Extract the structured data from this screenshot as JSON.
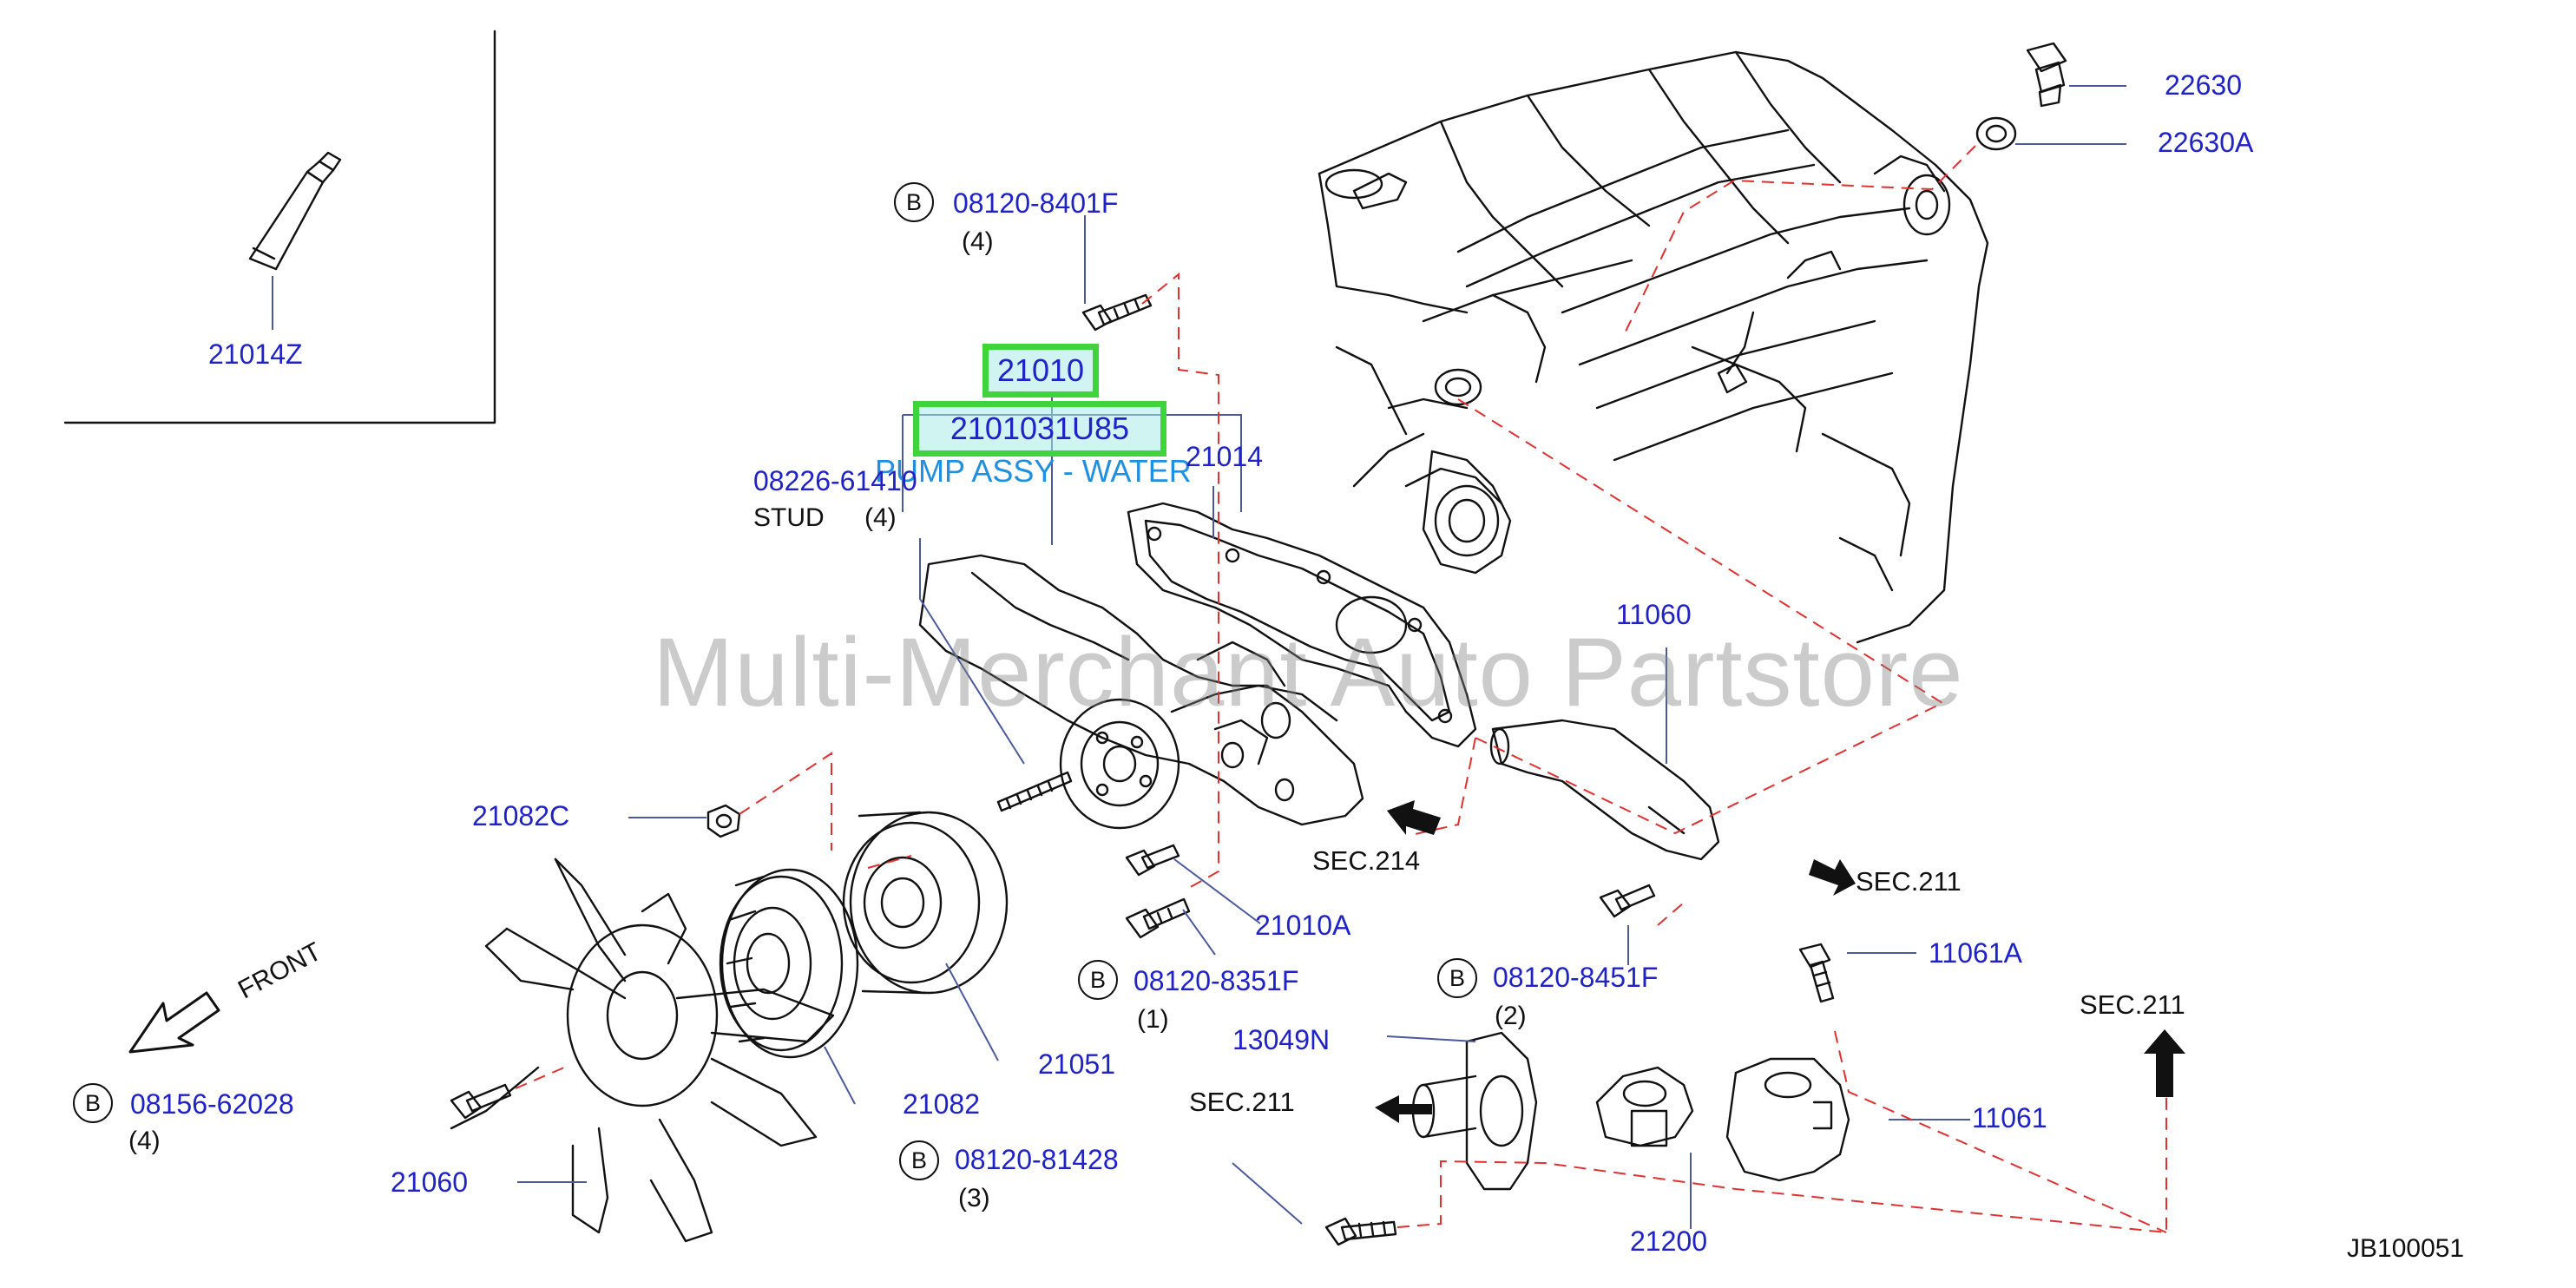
{
  "diagram_id": "JB100051",
  "watermark": "Multi-Merchant Auto Partstore",
  "highlight": {
    "part": "21010",
    "code": "2101031U85",
    "description": "PUMP ASSY - WATER"
  },
  "bolt_marker": "B",
  "labels": {
    "p22630": "22630",
    "p22630A": "22630A",
    "p21014Z": "21014Z",
    "p08120_8401F": "08120-8401F",
    "q4a": "(4)",
    "p08226_61410": "08226-61410",
    "stud": "STUD",
    "q4b": "(4)",
    "p21014": "21014",
    "p11060": "11060",
    "p21082C": "21082C",
    "sec214": "SEC.214",
    "sec211a": "SEC.211",
    "p21010A": "21010A",
    "p08120_8351F": "08120-8351F",
    "q1": "(1)",
    "p08120_8451F": "08120-8451F",
    "q2": "(2)",
    "p11061A": "11061A",
    "sec211b": "SEC.211",
    "front": "FRONT",
    "p08156_62028": "08156-62028",
    "q4c": "(4)",
    "p13049N": "13049N",
    "p21051": "21051",
    "p21082": "21082",
    "sec211c": "SEC.211",
    "p11061": "11061",
    "p21060": "21060",
    "p08120_81428": "08120-81428",
    "q3": "(3)",
    "p21200": "21200"
  }
}
